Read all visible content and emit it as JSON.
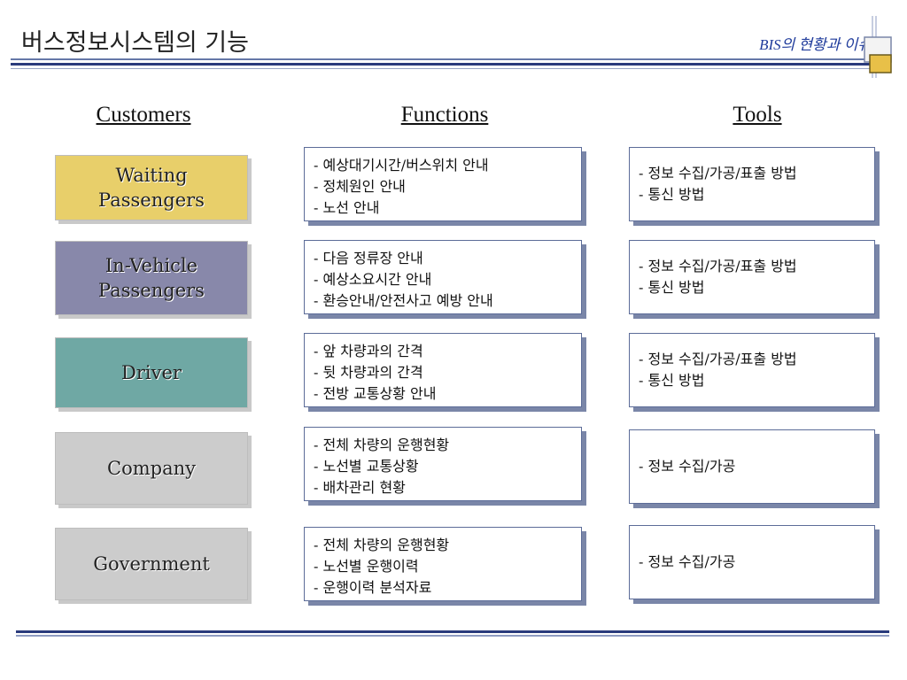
{
  "header": {
    "title": "버스정보시스템의 기능",
    "subtitle": "BIS의 현황과 이슈"
  },
  "columns": {
    "customers": "Customers",
    "functions": "Functions",
    "tools": "Tools"
  },
  "rows": [
    {
      "customer": [
        "Waiting",
        "Passengers"
      ],
      "color": "#e8cf6a",
      "functions": [
        "- 예상대기시간/버스위치 안내",
        "- 정체원인 안내",
        "- 노선 안내"
      ],
      "tools": [
        "- 정보 수집/가공/표출 방법",
        "- 통신 방법"
      ]
    },
    {
      "customer": [
        "In-Vehicle",
        "Passengers"
      ],
      "color": "#8888aa",
      "functions": [
        "- 다음 정류장 안내",
        "- 예상소요시간 안내",
        "- 환승안내/안전사고 예방 안내"
      ],
      "tools": [
        "- 정보 수집/가공/표출 방법",
        "- 통신 방법"
      ]
    },
    {
      "customer": [
        "Driver"
      ],
      "color": "#6fa8a4",
      "functions": [
        "- 앞 차량과의 간격",
        "- 뒷 차량과의 간격",
        "- 전방 교통상황 안내"
      ],
      "tools": [
        "- 정보 수집/가공/표출 방법",
        "- 통신 방법"
      ]
    },
    {
      "customer": [
        "Company"
      ],
      "color": "#cccccc",
      "functions": [
        "- 전체 차량의 운행현황",
        "- 노선별 교통상황",
        "- 배차관리 현황"
      ],
      "tools": [
        "- 정보 수집/가공"
      ]
    },
    {
      "customer": [
        "Government"
      ],
      "color": "#cccccc",
      "functions": [
        "- 전체 차량의 운행현황",
        "- 노선별 운행이력",
        "- 운행이력 분석자료"
      ],
      "tools": [
        "- 정보 수집/가공"
      ]
    }
  ]
}
